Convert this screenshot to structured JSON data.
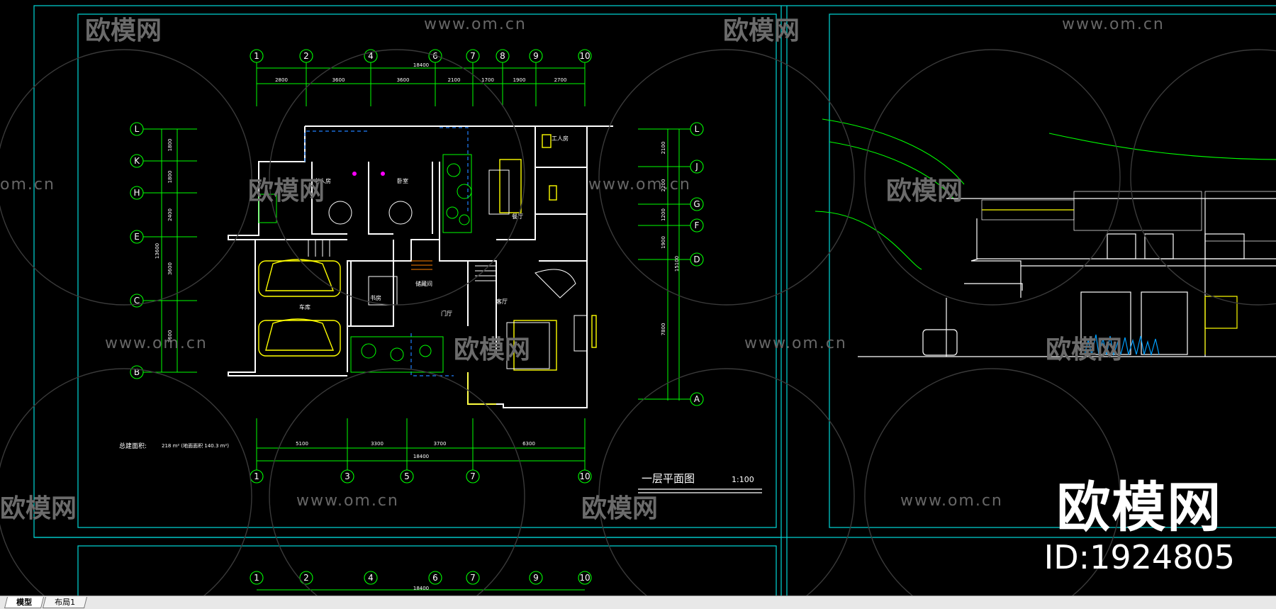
{
  "tabs": [
    {
      "label": "模型",
      "active": true
    },
    {
      "label": "布局1",
      "active": false
    }
  ],
  "brand": {
    "logo_text": "欧模网",
    "id_text": "ID:1924805"
  },
  "watermark": {
    "logo_text": "欧模网",
    "url_text": "www.om.cn",
    "url_short": "om.cn"
  },
  "plan": {
    "title": "一层平面图",
    "scale": "1:100",
    "area_label": "总建面积:",
    "area_value": "218 m² (地面面积 140.3 m²)",
    "top_axes": [
      "1",
      "2",
      "4",
      "6",
      "7",
      "8",
      "9",
      "10"
    ],
    "top_dims": [
      "2800",
      "3600",
      "3600",
      "2100",
      "1700",
      "1900",
      "2700"
    ],
    "top_total": "18400",
    "bottom_axes": [
      "1",
      "3",
      "5",
      "7",
      "10"
    ],
    "bottom_dims": [
      "5100",
      "3300",
      "3700",
      "6300"
    ],
    "bottom_total": "18400",
    "left_axes": [
      "L",
      "K",
      "H",
      "E",
      "C",
      "B"
    ],
    "left_dims": [
      "1800",
      "1800",
      "2400",
      "3600",
      "3600"
    ],
    "left_total": "13600",
    "right_axes": [
      "L",
      "J",
      "G",
      "F",
      "D",
      "A"
    ],
    "right_dims": [
      "2100",
      "2200",
      "1200",
      "1900",
      "7800"
    ],
    "right_total": "15100",
    "lower_axes": [
      "1",
      "2",
      "4",
      "6",
      "7",
      "9",
      "10"
    ],
    "lower_total": "18400",
    "rooms": [
      "老人房",
      "卧室",
      "餐厅",
      "工人房",
      "车库",
      "书房",
      "客厅",
      "门厅",
      "储藏间"
    ]
  },
  "colors": {
    "background": "#000000",
    "frame": "#00c8c8",
    "axis": "#00ff00",
    "wall": "#ffffff",
    "furniture": "#ffff00",
    "dash": "#2080ff",
    "magenta": "#ff00ff",
    "watermark": "#5c5c5c"
  }
}
